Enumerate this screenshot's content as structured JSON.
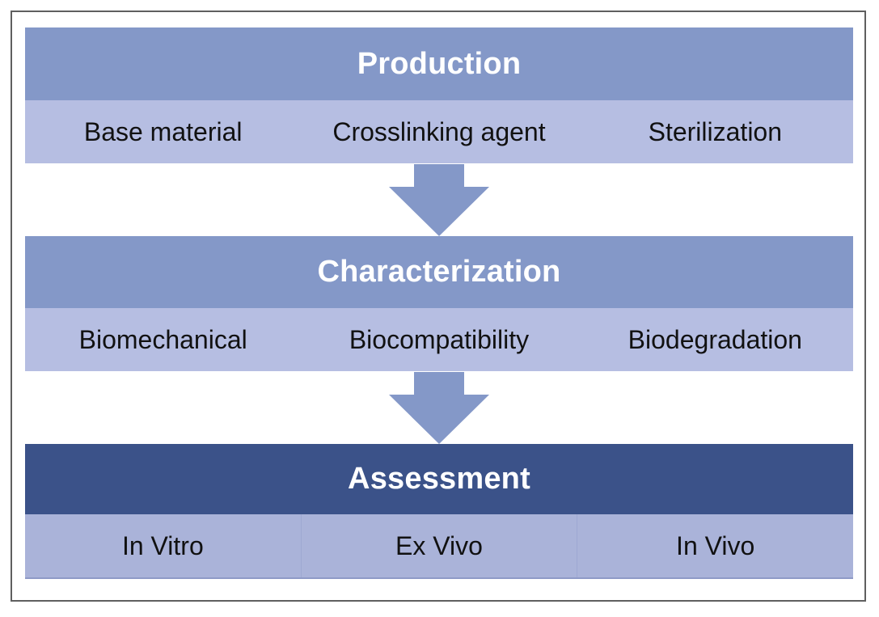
{
  "colors": {
    "header_light": "#8498c8",
    "header_dark": "#3b5289",
    "row_fill": "#b6bee2",
    "arrow_fill": "#8498c8"
  },
  "stages": [
    {
      "title": "Production",
      "items": [
        "Base material",
        "Crosslinking agent",
        "Sterilization"
      ]
    },
    {
      "title": "Characterization",
      "items": [
        "Biomechanical",
        "Biocompatibility",
        "Biodegradation"
      ]
    },
    {
      "title": "Assessment",
      "items": [
        "In Vitro",
        "Ex Vivo",
        "In Vivo"
      ]
    }
  ]
}
